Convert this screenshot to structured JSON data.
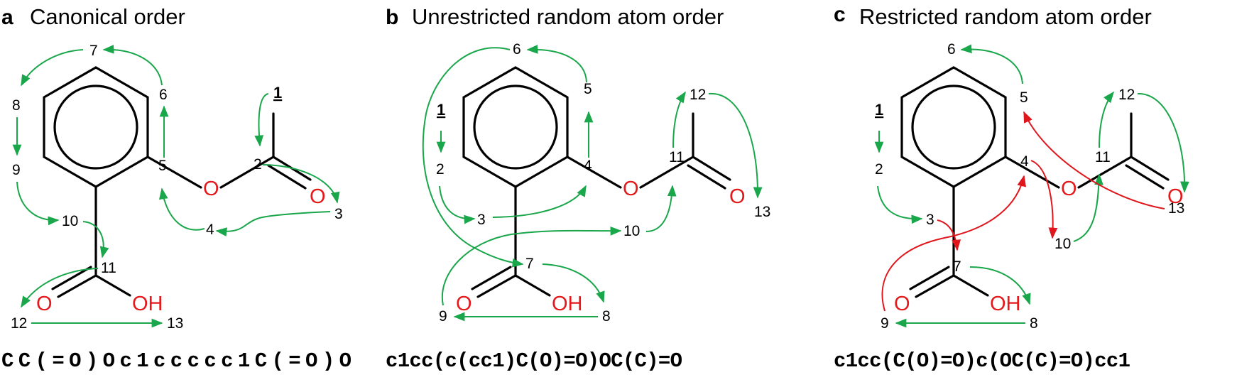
{
  "colors": {
    "green": "#1aa64a",
    "red": "#e0161d",
    "heteroatom": "#e3191c"
  },
  "panels": [
    {
      "letter": "a",
      "title": "Canonical order",
      "smiles": "CC(=O)Oc1ccccc1C(=O)O",
      "atoms": {
        "o_ester": "O",
        "o_carbonyl": "O",
        "o_acid_double": "O",
        "oh": "OH"
      },
      "first": "1",
      "numbers": [
        "2",
        "3",
        "4",
        "5",
        "6",
        "7",
        "8",
        "9",
        "10",
        "11",
        "12",
        "13"
      ]
    },
    {
      "letter": "b",
      "title": "Unrestricted random atom order",
      "smiles": "c1cc(c(cc1)C(O)=O)OC(C)=O",
      "atoms": {
        "o_ester": "O",
        "o_carbonyl": "O",
        "o_acid_double": "O",
        "oh": "OH"
      },
      "first": "1",
      "numbers": [
        "2",
        "3",
        "4",
        "5",
        "6",
        "7",
        "8",
        "9",
        "10",
        "11",
        "12",
        "13"
      ]
    },
    {
      "letter": "c",
      "title": "Restricted random atom order",
      "smiles": "c1cc(C(O)=O)c(OC(C)=O)cc1",
      "atoms": {
        "o_ester": "O",
        "o_carbonyl": "O",
        "o_acid_double": "O",
        "oh": "OH"
      },
      "first": "1",
      "numbers": [
        "2",
        "3",
        "4",
        "5",
        "6",
        "7",
        "8",
        "9",
        "10",
        "11",
        "12",
        "13"
      ]
    }
  ]
}
